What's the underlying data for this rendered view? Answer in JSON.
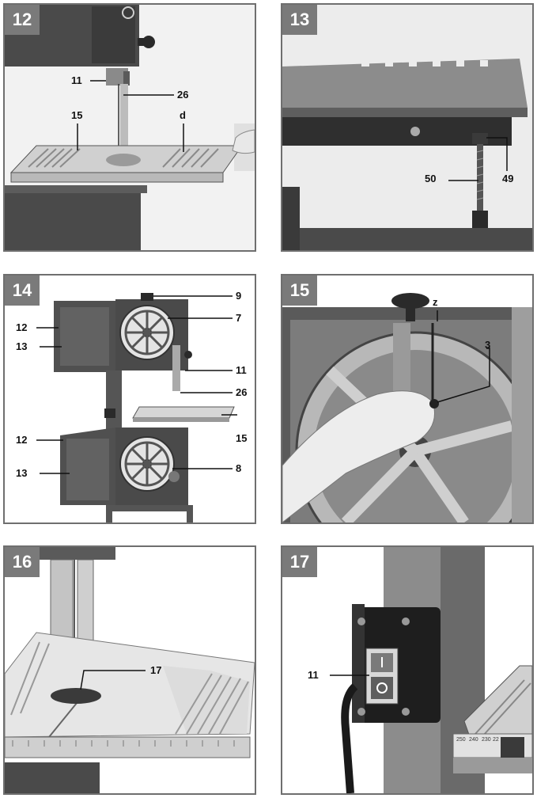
{
  "figures": [
    {
      "num": "12",
      "labels": [
        "11",
        "26",
        "15",
        "d"
      ]
    },
    {
      "num": "13",
      "labels": [
        "50",
        "49"
      ]
    },
    {
      "num": "14",
      "labels": [
        "9",
        "12",
        "7",
        "13",
        "11",
        "26",
        "15",
        "12",
        "8",
        "13"
      ]
    },
    {
      "num": "15",
      "labels": [
        "z",
        "3"
      ]
    },
    {
      "num": "16",
      "labels": [
        "17"
      ]
    },
    {
      "num": "17",
      "labels": [
        "11",
        "250",
        "240",
        "230",
        "22"
      ]
    }
  ]
}
